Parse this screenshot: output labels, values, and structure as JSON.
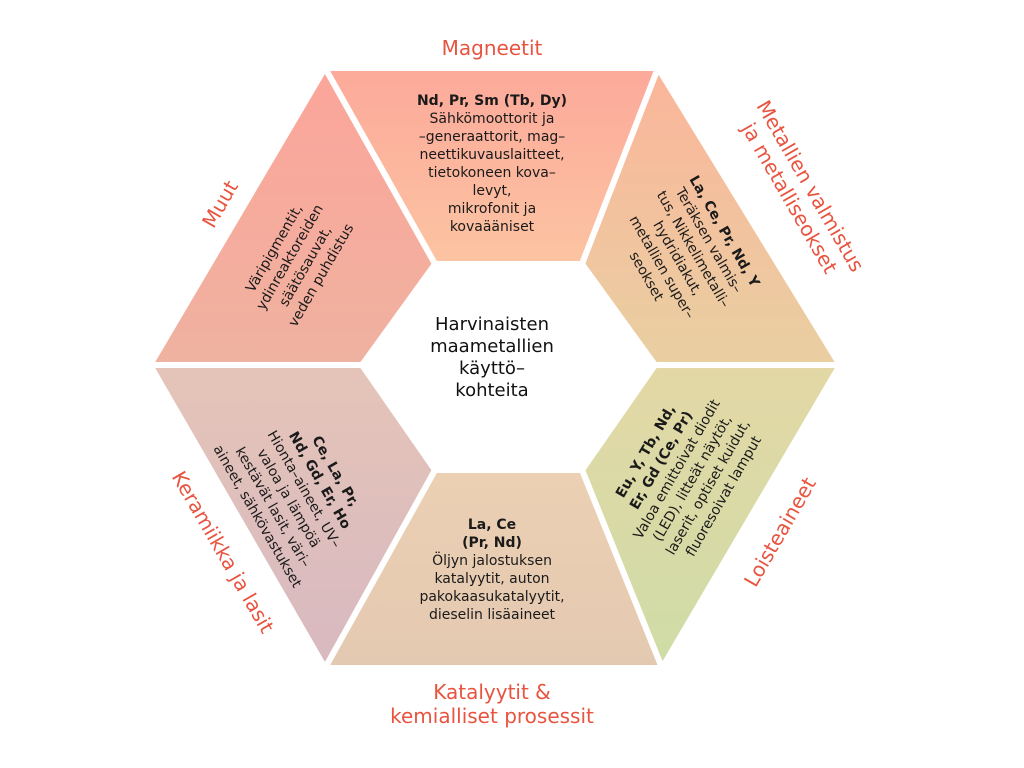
{
  "center_title": [
    "Harvinaisten",
    "maametallien",
    "käyttö–",
    "kohteita"
  ],
  "colors": {
    "label": "#e8543f",
    "top": "#fdb39a",
    "upper_right": "#f6c39c",
    "lower_right": "#d6dea5",
    "bottom": "#ead2b5",
    "lower_left": "#dcbcc0",
    "upper_left": "#f5a898"
  },
  "segments": [
    {
      "id": "magneetit",
      "category": [
        "Magneetit"
      ],
      "elements": [
        "Nd, Pr, Sm (Tb, Dy)"
      ],
      "uses": [
        "Sähkömoottorit ja",
        "–generaattorit, mag–",
        "neettikuvauslaitteet,",
        "tietokoneen kova–",
        "levyt,",
        "mikrofonit ja",
        "kovaääniset"
      ]
    },
    {
      "id": "metallien-valmistus",
      "category": [
        "Metallien valmistus",
        "ja metalliseokset"
      ],
      "elements": [
        "La, Ce, Pr, Nd, Y"
      ],
      "uses": [
        "Teräksen valmis–",
        "tus, Nikkelimetalli–",
        "hydridiakut,",
        "metallien super–",
        "seokset"
      ]
    },
    {
      "id": "loisteaineet",
      "category": [
        "Loisteaineet"
      ],
      "elements": [
        "Eu, Y, Tb, Nd,",
        "Er, Gd (Ce, Pr)"
      ],
      "uses": [
        "Valoa emittoivat diodit",
        "(LED), litteät näytöt,",
        "laserit, optiset kuidut,",
        "fluoresoivat lamput"
      ]
    },
    {
      "id": "katalyytit",
      "category": [
        "Katalyytit &",
        "kemialliset prosessit"
      ],
      "elements": [
        "La, Ce",
        "(Pr, Nd)"
      ],
      "uses": [
        "Öljyn jalostuksen",
        "katalyytit, auton",
        "pakokaasukatalyytit,",
        "dieselin lisäaineet"
      ]
    },
    {
      "id": "keramiikka",
      "category": [
        "Keramiikka ja lasit"
      ],
      "elements": [
        "Ce, La, Pr,",
        "Nd, Gd, Er, Ho"
      ],
      "uses": [
        "Hionta–aineet, UV–",
        "valoa ja lämpöä",
        "kestävät lasit, väri–",
        "aineet, sähkövastukset"
      ]
    },
    {
      "id": "muut",
      "category": [
        "Muut"
      ],
      "elements": [],
      "uses": [
        "Väripigmentit,",
        "ydinreaktoreiden",
        "säätösauvat,",
        "veden puhdistus"
      ]
    }
  ]
}
